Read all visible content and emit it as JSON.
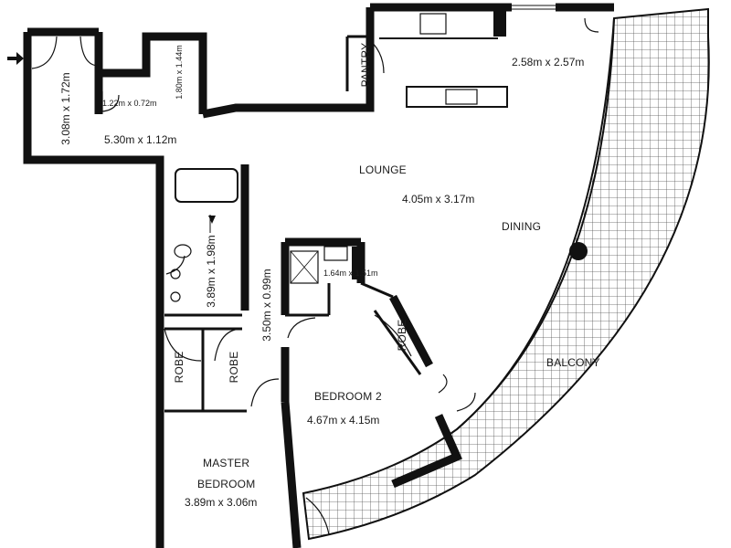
{
  "plan": {
    "rooms": {
      "lounge": {
        "name": "LOUNGE",
        "dimensions": "4.05m x 3.17m"
      },
      "dining": {
        "name": "DINING"
      },
      "kitchen": {
        "dimensions": "2.58m x 2.57m"
      },
      "pantry": {
        "name": "PANTRY"
      },
      "balcony": {
        "name": "BALCONY"
      },
      "bedroom2": {
        "name": "BEDROOM 2",
        "dimensions": "4.67m x 4.15m"
      },
      "master_bedroom": {
        "name_line1": "MASTER",
        "name_line2": "BEDROOM",
        "dimensions": "3.89m x 3.06m"
      },
      "robe_master_left": {
        "name": "ROBE"
      },
      "robe_master_right": {
        "name": "ROBE"
      },
      "robe_bedroom2": {
        "name": "ROBE"
      },
      "entry_hall": {
        "dimensions": "3.08m x 1.72m"
      },
      "hall": {
        "dimensions": "5.30m x 1.12m"
      },
      "laundry": {
        "dimensions": "1.22m x 0.72m"
      },
      "powder": {
        "dimensions": "1.80m x 1.44m"
      },
      "ensuite": {
        "dimensions": "3.89m x 1.98m"
      },
      "corridor": {
        "dimensions": "3.50m x 0.99m"
      },
      "bathroom2": {
        "dimensions": "1.64m x 1.51m"
      }
    }
  }
}
